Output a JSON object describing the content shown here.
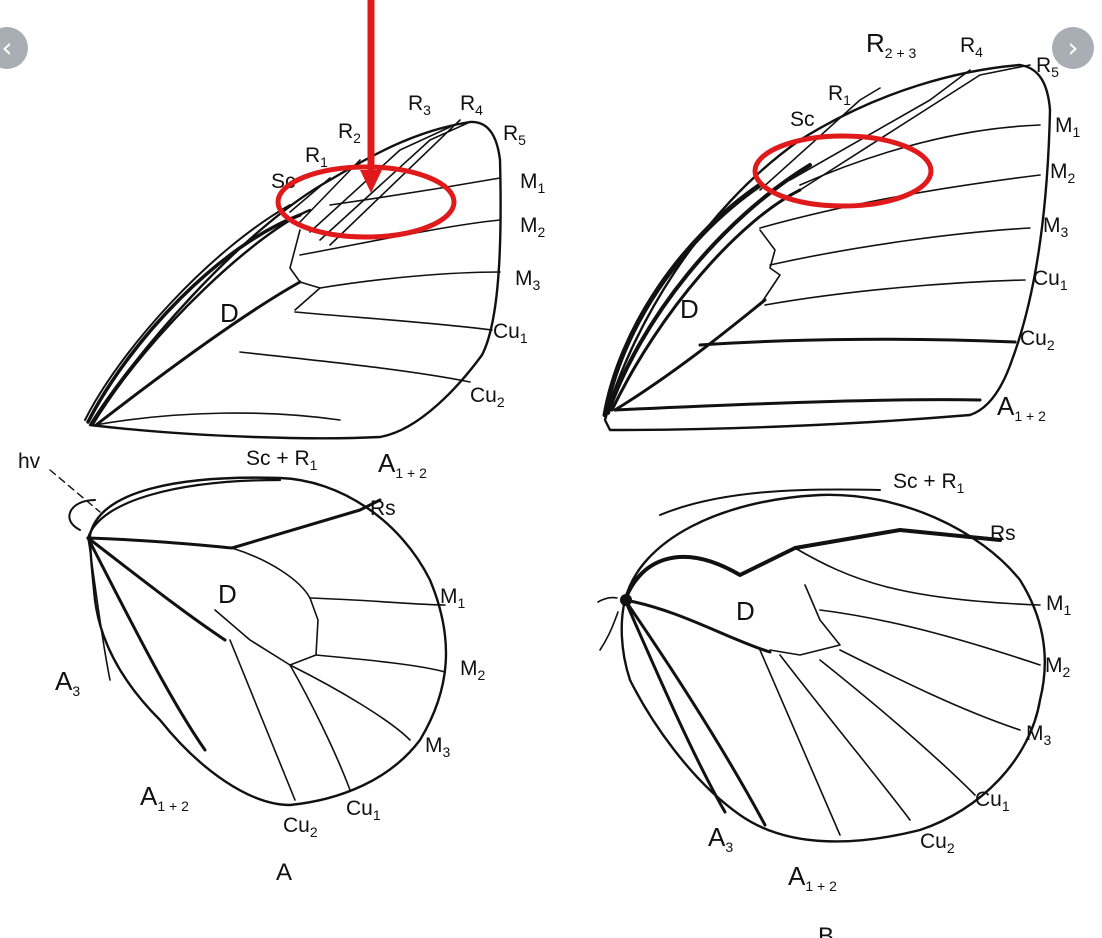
{
  "labels": {
    "fw_left": {
      "sc": "Sc",
      "r1": "R",
      "r1_sub": "1",
      "r2": "R",
      "r2_sub": "2",
      "r3": "R",
      "r3_sub": "3",
      "r4": "R",
      "r4_sub": "4",
      "r5": "R",
      "r5_sub": "5",
      "m1": "M",
      "m1_sub": "1",
      "m2": "M",
      "m2_sub": "2",
      "m3": "M",
      "m3_sub": "3",
      "cu1": "Cu",
      "cu1_sub": "1",
      "cu2": "Cu",
      "cu2_sub": "2",
      "d": "D",
      "a12": "A",
      "a12_sub": "1 + 2"
    },
    "fw_right": {
      "r23": "R",
      "r23_sub": "2 + 3",
      "r4": "R",
      "r4_sub": "4",
      "r5": "R",
      "r5_sub": "5",
      "r1": "R",
      "r1_sub": "1",
      "sc": "Sc",
      "m1": "M",
      "m1_sub": "1",
      "m2": "M",
      "m2_sub": "2",
      "m3": "M",
      "m3_sub": "3",
      "cu1": "Cu",
      "cu1_sub": "1",
      "cu2": "Cu",
      "cu2_sub": "2",
      "d": "D",
      "a12": "A",
      "a12_sub": "1 + 2"
    },
    "hw_left": {
      "hv": "hv",
      "scr1": "Sc + R",
      "scr1_sub": "1",
      "rs": "Rs",
      "m1": "M",
      "m1_sub": "1",
      "m2": "M",
      "m2_sub": "2",
      "m3": "M",
      "m3_sub": "3",
      "cu1": "Cu",
      "cu1_sub": "1",
      "cu2": "Cu",
      "cu2_sub": "2",
      "d": "D",
      "a3": "A",
      "a3_sub": "3",
      "a12": "A",
      "a12_sub": "1 + 2",
      "figure_letter": "A"
    },
    "hw_right": {
      "scr1": "Sc + R",
      "scr1_sub": "1",
      "rs": "Rs",
      "m1": "M",
      "m1_sub": "1",
      "m2": "M",
      "m2_sub": "2",
      "m3": "M",
      "m3_sub": "3",
      "cu1": "Cu",
      "cu1_sub": "1",
      "cu2": "Cu",
      "cu2_sub": "2",
      "d": "D",
      "a3": "A",
      "a3_sub": "3",
      "a12": "A",
      "a12_sub": "1 + 2",
      "figure_letter": "B"
    }
  },
  "annotation": {
    "color": "#e0191b"
  },
  "nav": {
    "prev_glyph": "‹",
    "next_glyph": "›"
  }
}
